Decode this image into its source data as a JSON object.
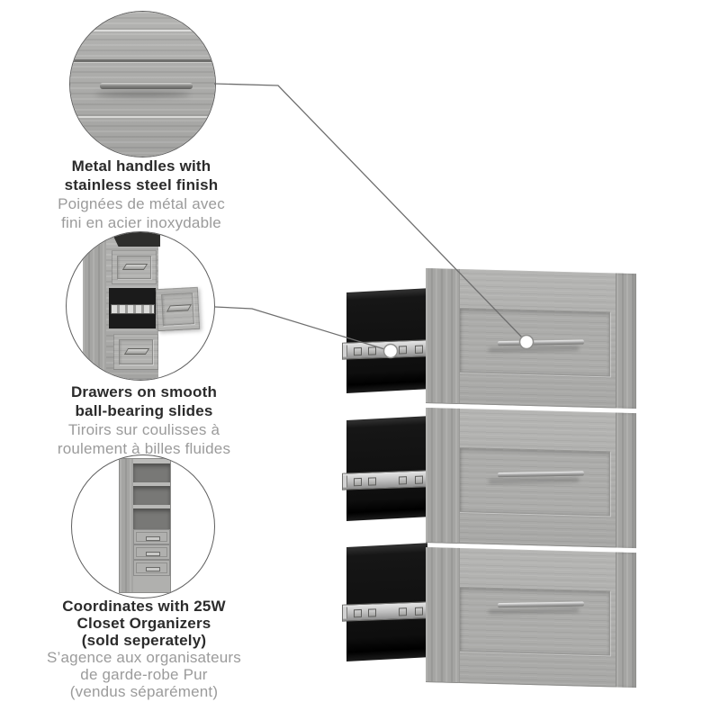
{
  "callouts": [
    {
      "en": [
        "Metal handles with",
        "stainless steel finish"
      ],
      "fr": [
        "Poignées de métal avec",
        "fini en acier inoxydable"
      ]
    },
    {
      "en": [
        "Drawers on smooth",
        "ball-bearing slides"
      ],
      "fr": [
        "Tiroirs sur coulisses à",
        "roulement à billes fluides"
      ]
    },
    {
      "en": [
        "Coordinates with 25W",
        "Closet Organizers",
        "(sold seperately)"
      ],
      "fr": [
        "S’agence aux organisateurs",
        "de garde-robe Pur",
        "(vendus séparément)"
      ]
    }
  ],
  "palette": {
    "background": "#ffffff",
    "wood_platinum_gray": "#b1b1af",
    "wood_side_edge": "#a5a5a3",
    "drawer_box_black": "#0e0e0e",
    "slide_metal": "#c9c9c9",
    "handle_metal": "#ababab",
    "text_dark": "#2b2b2b",
    "text_gray": "#9b9b9b",
    "connector_line": "#6e6e6e"
  }
}
